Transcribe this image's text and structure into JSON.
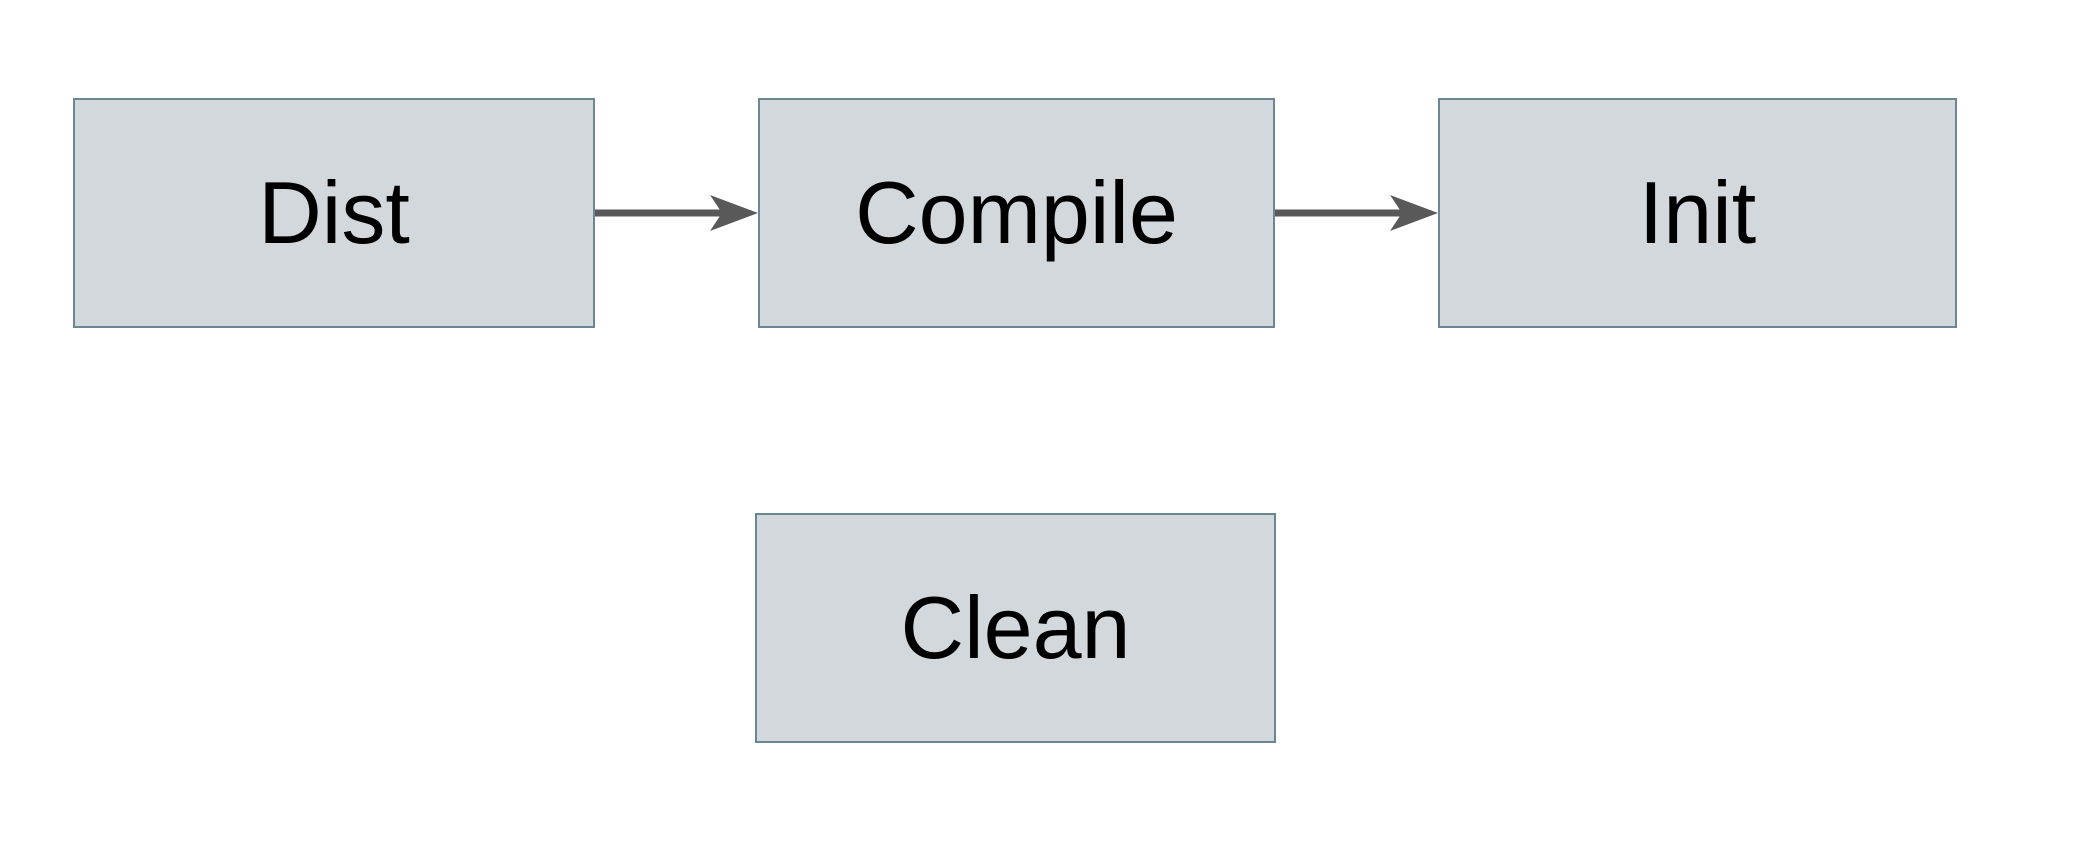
{
  "diagram": {
    "background_color": "#ffffff",
    "node_fill_color": "#d2d8db",
    "node_border_color": "#6c8693",
    "arrow_color": "#595959",
    "text_color": "#000000",
    "nodes": [
      {
        "id": "dist",
        "label": "Dist"
      },
      {
        "id": "compile",
        "label": "Compile"
      },
      {
        "id": "init",
        "label": "Init"
      },
      {
        "id": "clean",
        "label": "Clean"
      }
    ],
    "edges": [
      {
        "from": "dist",
        "to": "compile"
      },
      {
        "from": "compile",
        "to": "init"
      }
    ]
  }
}
